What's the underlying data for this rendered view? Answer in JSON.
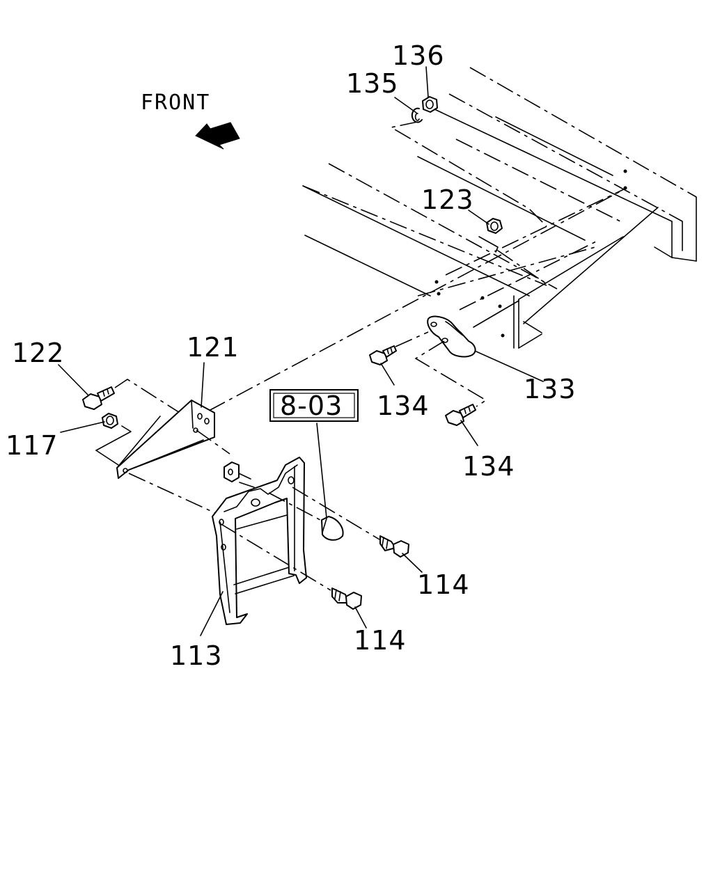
{
  "front_label": "FRONT",
  "reference_box": "8-03",
  "callouts": {
    "c113": "113",
    "c114a": "114",
    "c114b": "114",
    "c117": "117",
    "c121": "121",
    "c122": "122",
    "c123": "123",
    "c133": "133",
    "c134a": "134",
    "c134b": "134",
    "c135": "135",
    "c136": "136"
  }
}
